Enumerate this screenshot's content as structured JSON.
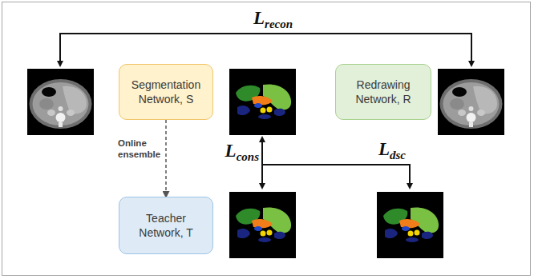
{
  "diagram": {
    "nodes": [
      {
        "text": [
          "Segmentation Network, S"
        ]
      },
      {
        "text": [
          "Redrawing Network, R"
        ]
      },
      {
        "text": [
          "Teacher Network, T"
        ]
      }
    ],
    "edges": [
      {
        "from": 0,
        "to": 2,
        "arrow": "to",
        "label": "Online ensemble"
      }
    ],
    "labels": [
      "L",
      "recon",
      "L",
      "cons",
      "L",
      "dsc"
    ]
  }
}
